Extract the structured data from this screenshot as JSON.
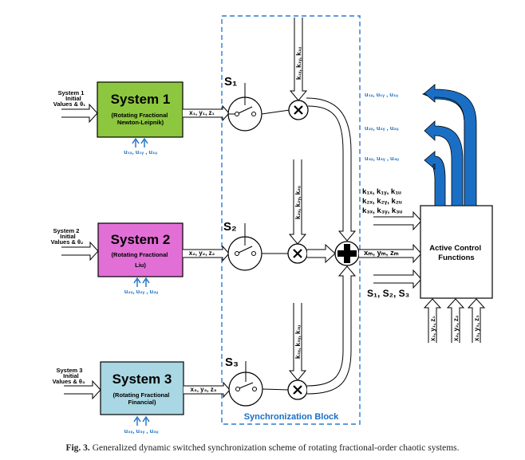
{
  "figure": {
    "caption_label": "Fig. 3.",
    "caption_text": "Generalized dynamic switched synchronization scheme of rotating fractional-order chaotic systems."
  },
  "systems": [
    {
      "title": "System 1",
      "subtitle_line1": "(Rotating Fractional",
      "subtitle_line2": "Newton-Leipnik)",
      "fill": "#8dc73f",
      "input_label_line1": "System 1",
      "input_label_line2": "Initial",
      "input_label_line3": "Values & θ₁",
      "output_label": "x₁, y₁, z₁",
      "control_label": "u₁ₓ, u₁ᵧ , u₁ᵤ"
    },
    {
      "title": "System 2",
      "subtitle_line1": "(Rotating Fractional",
      "subtitle_line2": "Liu)",
      "fill": "#e26fd6",
      "input_label_line1": "System 2",
      "input_label_line2": "Initial",
      "input_label_line3": "Values & θ₂",
      "output_label": "x₂, y₂, z₂",
      "control_label": "u₂ₓ, u₂ᵧ , u₂ᵤ"
    },
    {
      "title": "System 3",
      "subtitle_line1": "(Rotating Fractional",
      "subtitle_line2": "Financial)",
      "fill": "#a9d7e3",
      "input_label_line1": "System 3",
      "input_label_line2": "Initial",
      "input_label_line3": "Values & θ₃",
      "output_label": "x₃, y₃, z₃",
      "control_label": "u₃ₓ, u₃ᵧ , u₃ᵤ"
    }
  ],
  "switches": [
    "S₁",
    "S₂",
    "S₃"
  ],
  "gains": [
    "k₁ₓ, k₁ᵧ, k₁ᵤ",
    "k₂ₓ, k₂ᵧ, k₂ᵤ",
    "k₃ₓ, k₃ᵧ, k₃ᵤ"
  ],
  "sync_block_label": "Synchronization Block",
  "sum_output_label": "xₘ, yₘ, zₘ",
  "acf": {
    "title_line1": "Active Control",
    "title_line2": "Functions",
    "gain_inputs": [
      "k₁ₓ, k₁ᵧ, k₁ᵤ",
      "k₂ₓ, k₂ᵧ, k₂ᵤ",
      "k₃ₓ, k₃ᵧ, k₃ᵤ"
    ],
    "switch_input": "S₁, S₂, S₃",
    "state_inputs": [
      "x₁, y₁, z₁",
      "x₂, y₂, z₂",
      "x₃, y₃, z₃"
    ],
    "control_outputs": [
      "u₁ₓ, u₁ᵧ , u₁ᵤ",
      "u₂ₓ, u₂ᵧ , u₂ᵤ",
      "u₃ₓ, u₃ᵧ , u₃ᵤ"
    ]
  },
  "colors": {
    "accent_blue": "#1a6fc4",
    "dashed_border": "#2a7bd1"
  }
}
